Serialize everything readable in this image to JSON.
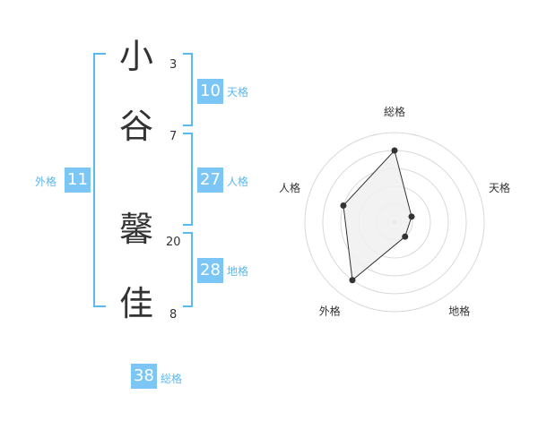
{
  "name": {
    "chars": [
      {
        "char": "小",
        "strokes": "3"
      },
      {
        "char": "谷",
        "strokes": "7"
      },
      {
        "char": "馨",
        "strokes": "20"
      },
      {
        "char": "佳",
        "strokes": "8"
      }
    ]
  },
  "kakusu": {
    "tenkaku": {
      "value": "10",
      "label": "天格"
    },
    "jinkaku": {
      "value": "27",
      "label": "人格"
    },
    "chikaku": {
      "value": "28",
      "label": "地格"
    },
    "gaikaku": {
      "value": "11",
      "label": "外格"
    },
    "soukaku": {
      "value": "38",
      "label": "総格"
    }
  },
  "colors": {
    "accent": "#7cc6f5",
    "bracket": "#5bb8f0",
    "text": "#333333",
    "ring": "#d9d9d9",
    "fill": "#f0f0f0",
    "line": "#333333"
  },
  "chart_data": {
    "type": "radar",
    "axes": [
      "総格",
      "天格",
      "地格",
      "外格",
      "人格"
    ],
    "max": 5,
    "values": [
      4,
      1,
      1,
      4,
      3
    ],
    "grid": true,
    "rings": 5
  }
}
